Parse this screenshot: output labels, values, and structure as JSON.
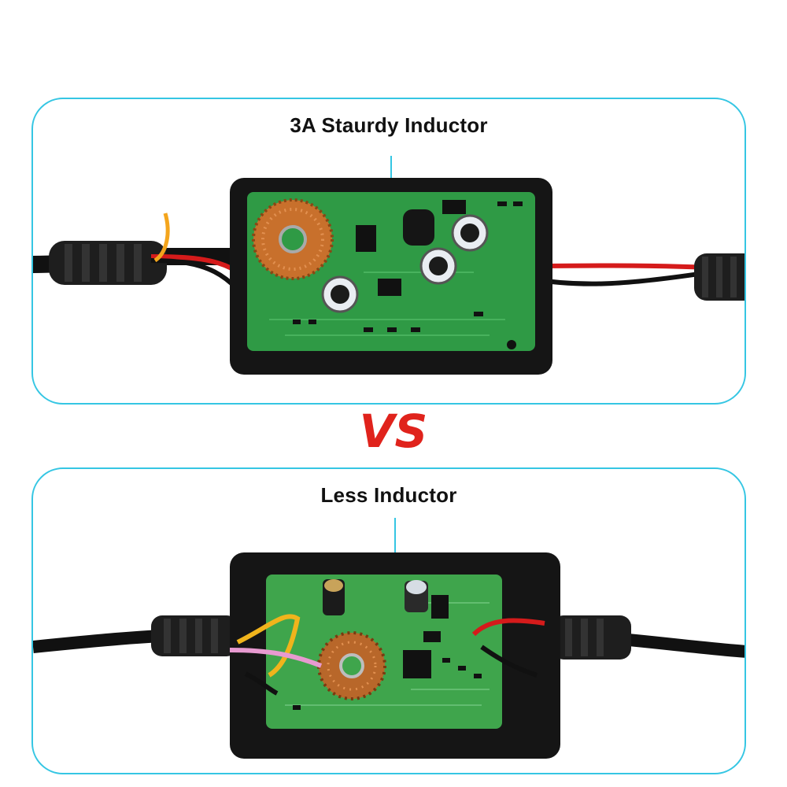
{
  "top_panel": {
    "caption": "3A Staurdy Inductor"
  },
  "bottom_panel": {
    "caption": "Less Inductor"
  },
  "vs_label": "VS",
  "colors": {
    "panel_border": "#35c6e3",
    "pcb_green": "#2f9a45",
    "case_black": "#1b1b1b",
    "vs_red": "#e0231c",
    "copper": "#c8702c"
  }
}
